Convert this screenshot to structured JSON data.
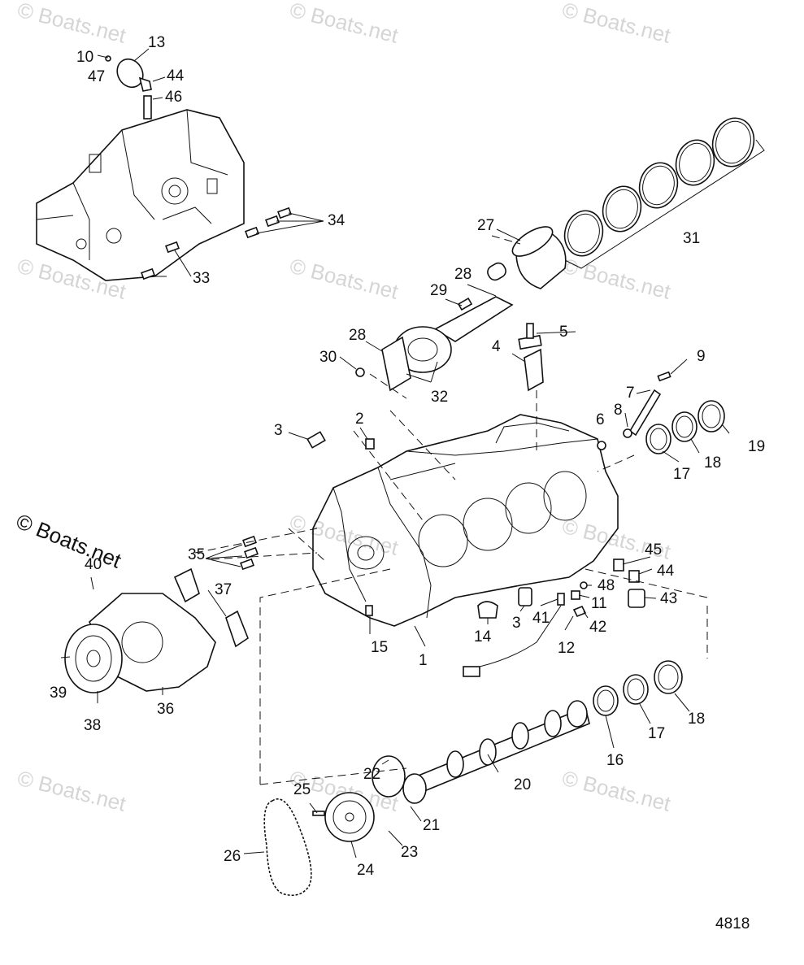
{
  "watermark_text": "© Boats.net",
  "reference_number": "4818",
  "callouts": [
    "1",
    "2",
    "3",
    "3",
    "4",
    "5",
    "6",
    "7",
    "8",
    "9",
    "10",
    "11",
    "12",
    "13",
    "14",
    "15",
    "16",
    "17",
    "17",
    "18",
    "18",
    "19",
    "20",
    "21",
    "22",
    "23",
    "24",
    "25",
    "26",
    "27",
    "28",
    "28",
    "29",
    "30",
    "31",
    "32",
    "33",
    "34",
    "35",
    "36",
    "37",
    "38",
    "39",
    "40",
    "41",
    "42",
    "43",
    "44",
    "44",
    "45",
    "46",
    "47",
    "48"
  ]
}
